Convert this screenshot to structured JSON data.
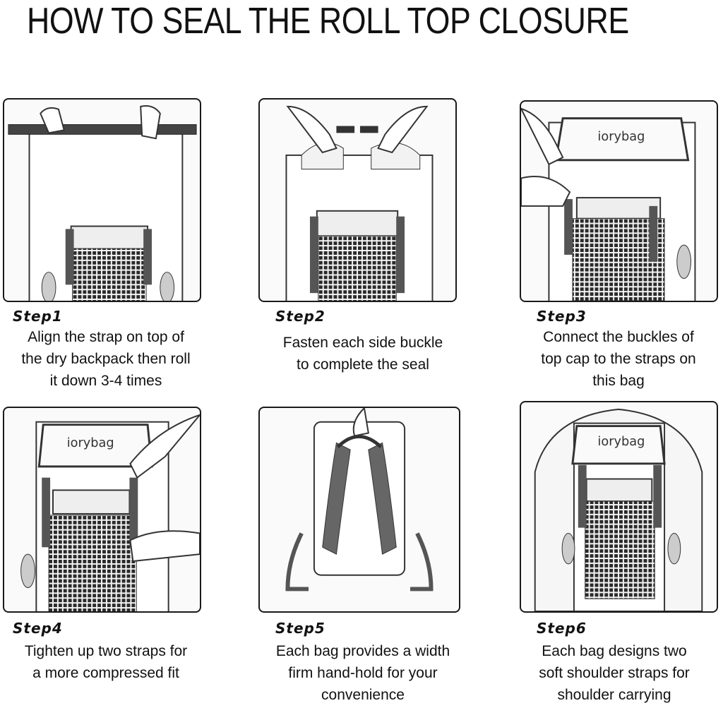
{
  "title": "HOW TO SEAL THE ROLL TOP CLOSURE",
  "brand": "iorybag",
  "steps": [
    {
      "label": "Step1",
      "lines": [
        "Align the strap on top of",
        "the dry backpack then roll",
        "it down 3-4 times"
      ]
    },
    {
      "label": "Step2",
      "lines": [
        "Fasten each side buckle",
        "to complete the seal"
      ]
    },
    {
      "label": "Step3",
      "lines": [
        "Connect the buckles of",
        "top cap to the straps on",
        "this bag"
      ]
    },
    {
      "label": "Step4",
      "lines": [
        "Tighten up two straps for",
        "a more compressed fit"
      ]
    },
    {
      "label": "Step5",
      "lines": [
        "Each bag provides a width",
        "firm hand-hold for your",
        "convenience"
      ]
    },
    {
      "label": "Step6",
      "lines": [
        "Each bag designs two",
        "soft shoulder straps for",
        "shoulder carrying"
      ]
    }
  ]
}
